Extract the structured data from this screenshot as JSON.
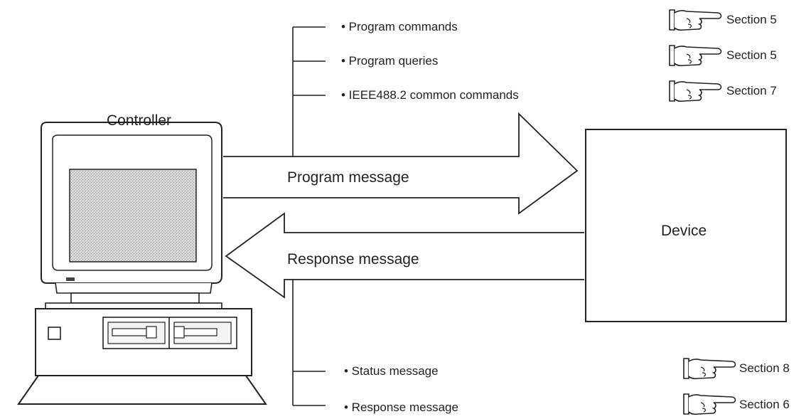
{
  "controller": {
    "label": "Controller"
  },
  "device": {
    "label": "Device"
  },
  "program_message": {
    "label": "Program message",
    "items": [
      {
        "text": "• Program commands",
        "ref": "Section 5"
      },
      {
        "text": "• Program queries",
        "ref": "Section 5"
      },
      {
        "text": "• IEEE488.2 common commands",
        "ref": "Section 7"
      }
    ]
  },
  "response_message": {
    "label": "Response message",
    "items": [
      {
        "text": "• Status message",
        "ref": "Section 8"
      },
      {
        "text": "• Response message",
        "ref": "Section 6"
      }
    ]
  },
  "icons": {
    "reference": "pointing-hand-icon"
  },
  "colors": {
    "line": "#222222",
    "screen": "#cfcfcf",
    "background": "#ffffff"
  }
}
